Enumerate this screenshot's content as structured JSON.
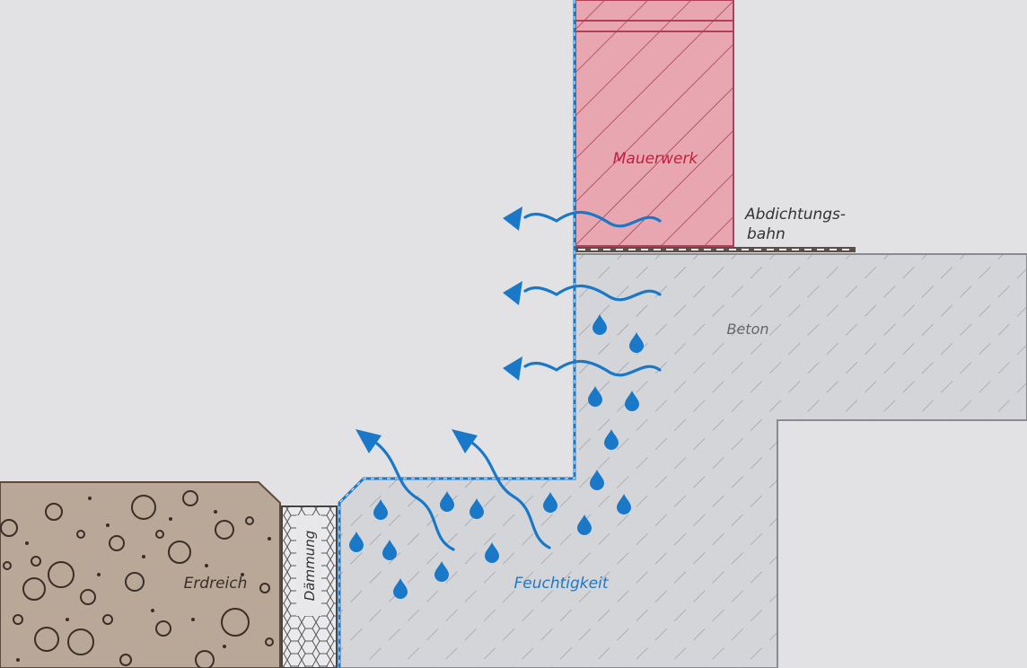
{
  "labels": {
    "masonry": "Mauerwerk",
    "membrane_line1": "Abdichtungs-",
    "membrane_line2": "bahn",
    "concrete": "Beton",
    "soil": "Erdreich",
    "insulation": "Dämmung",
    "moisture": "Feuchtigkeit"
  },
  "colors": {
    "background": "#e2e2e5",
    "masonry_fill": "#e8a6b0",
    "masonry_text": "#c0203c",
    "concrete_fill": "#d4d5d9",
    "soil_fill": "#b9a898",
    "moisture": "#1a78c8",
    "outline": "#555555"
  },
  "icons": {
    "droplet": "water-drop-icon",
    "arrow": "moisture-arrow-icon"
  }
}
